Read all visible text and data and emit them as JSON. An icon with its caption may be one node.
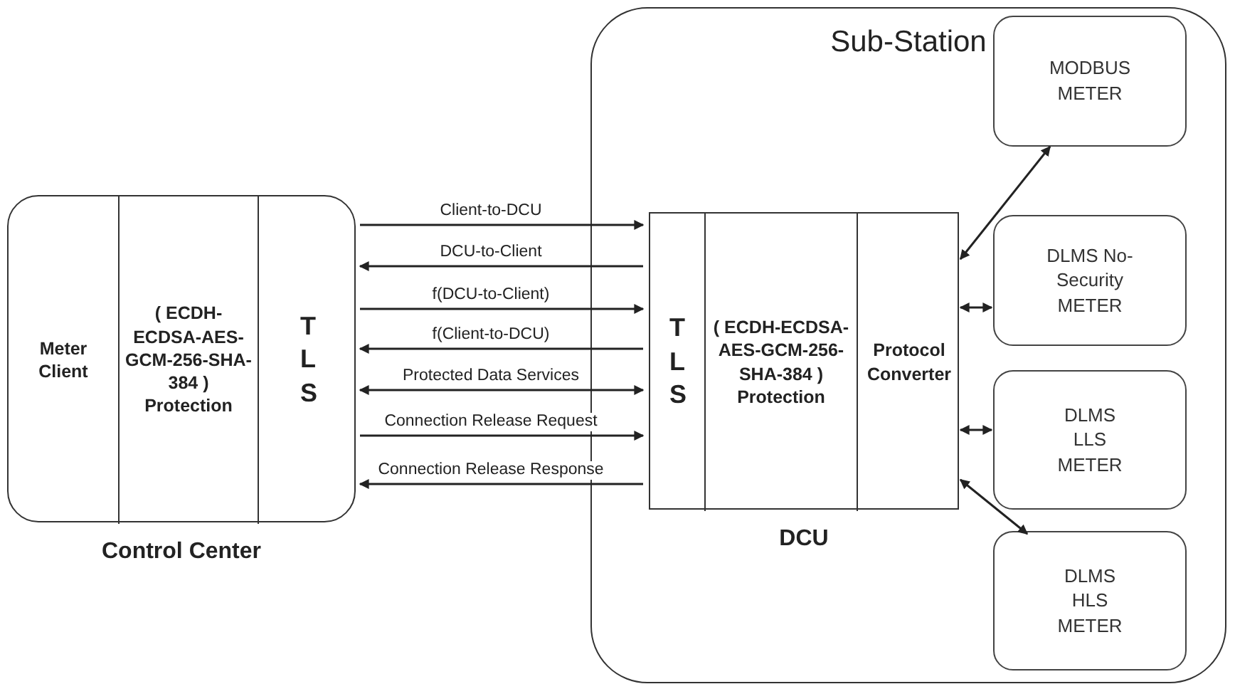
{
  "diagram": {
    "nodes": [
      {
        "text": [
          "Control Center"
        ]
      },
      {
        "text": [
          "Meter Client"
        ],
        "in": 0
      },
      {
        "text": [
          "( ECDH-ECDSA-AES-GCM-256-SHA-384 ) Protection"
        ],
        "in": 0
      },
      {
        "text": [
          "TLS"
        ],
        "in": 0
      },
      {
        "text": [
          "Sub-Station"
        ]
      },
      {
        "text": [
          "DCU"
        ],
        "in": 4
      },
      {
        "text": [
          "TLS"
        ],
        "in": 5
      },
      {
        "text": [
          "( ECDH-ECDSA-AES-GCM-256-SHA-384 ) Protection"
        ],
        "in": 5
      },
      {
        "text": [
          "Protocol Converter"
        ],
        "in": 5
      },
      {
        "text": [
          "MODBUS METER"
        ],
        "in": 4
      },
      {
        "text": [
          "DLMS No-Security METER"
        ],
        "in": 4
      },
      {
        "text": [
          "DLMS LLS METER"
        ],
        "in": 4
      },
      {
        "text": [
          "DLMS HLS METER"
        ],
        "in": 4
      }
    ],
    "edges": [
      {
        "from": 0,
        "to": 5,
        "arrow": "to",
        "label": "Client-to-DCU"
      },
      {
        "from": 5,
        "to": 0,
        "arrow": "to",
        "label": "DCU-to-Client"
      },
      {
        "from": 0,
        "to": 5,
        "arrow": "to",
        "label": "f(DCU-to-Client)"
      },
      {
        "from": 5,
        "to": 0,
        "arrow": "to",
        "label": "f(Client-to-DCU)"
      },
      {
        "from": 0,
        "to": 5,
        "arrow": "both",
        "label": "Protected Data Services"
      },
      {
        "from": 0,
        "to": 5,
        "arrow": "to",
        "label": "Connection Release Request"
      },
      {
        "from": 5,
        "to": 0,
        "arrow": "to",
        "label": "Connection Release Response"
      },
      {
        "from": 8,
        "to": 9,
        "arrow": "both"
      },
      {
        "from": 8,
        "to": 10,
        "arrow": "both"
      },
      {
        "from": 8,
        "to": 11,
        "arrow": "both"
      },
      {
        "from": 8,
        "to": 12,
        "arrow": "both"
      }
    ]
  }
}
